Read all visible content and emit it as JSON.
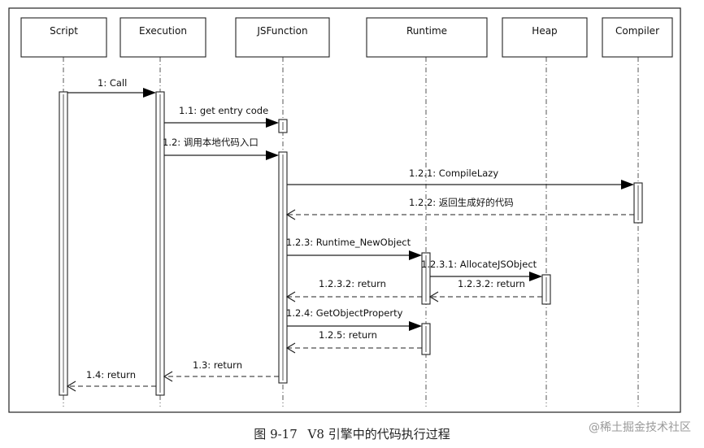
{
  "lifelines": [
    {
      "id": "script",
      "label": "Script"
    },
    {
      "id": "execution",
      "label": "Execution"
    },
    {
      "id": "jsfunction",
      "label": "JSFunction"
    },
    {
      "id": "runtime",
      "label": "Runtime"
    },
    {
      "id": "heap",
      "label": "Heap"
    },
    {
      "id": "compiler",
      "label": "Compiler"
    }
  ],
  "messages": [
    {
      "id": "m1",
      "label": "1: Call",
      "from": "script",
      "to": "execution",
      "kind": "call"
    },
    {
      "id": "m11",
      "label": "1.1: get entry code",
      "from": "execution",
      "to": "jsfunction",
      "kind": "call"
    },
    {
      "id": "m12",
      "label": "1.2: 调用本地代码入口",
      "from": "execution",
      "to": "jsfunction",
      "kind": "call"
    },
    {
      "id": "m121",
      "label": "1.2.1: CompileLazy",
      "from": "jsfunction",
      "to": "compiler",
      "kind": "call"
    },
    {
      "id": "m122",
      "label": "1.2.2: 返回生成好的代码",
      "from": "compiler",
      "to": "jsfunction",
      "kind": "return"
    },
    {
      "id": "m123",
      "label": "1.2.3: Runtime_NewObject",
      "from": "jsfunction",
      "to": "runtime",
      "kind": "call"
    },
    {
      "id": "m1231",
      "label": "1.2.3.1: AllocateJSObject",
      "from": "runtime",
      "to": "heap",
      "kind": "call"
    },
    {
      "id": "m1232a",
      "label": "1.2.3.2: return",
      "from": "heap",
      "to": "runtime",
      "kind": "return"
    },
    {
      "id": "m1232b",
      "label": "1.2.3.2: return",
      "from": "runtime",
      "to": "jsfunction",
      "kind": "return"
    },
    {
      "id": "m124",
      "label": "1.2.4: GetObjectProperty",
      "from": "jsfunction",
      "to": "runtime",
      "kind": "call"
    },
    {
      "id": "m125",
      "label": "1.2.5: return",
      "from": "runtime",
      "to": "jsfunction",
      "kind": "return"
    },
    {
      "id": "m13",
      "label": "1.3: return",
      "from": "jsfunction",
      "to": "execution",
      "kind": "return"
    },
    {
      "id": "m14",
      "label": "1.4: return",
      "from": "execution",
      "to": "script",
      "kind": "return"
    }
  ],
  "caption": {
    "figure": "图 9-17",
    "title": "V8 引擎中的代码执行过程"
  },
  "watermark": "@稀土掘金技术社区"
}
